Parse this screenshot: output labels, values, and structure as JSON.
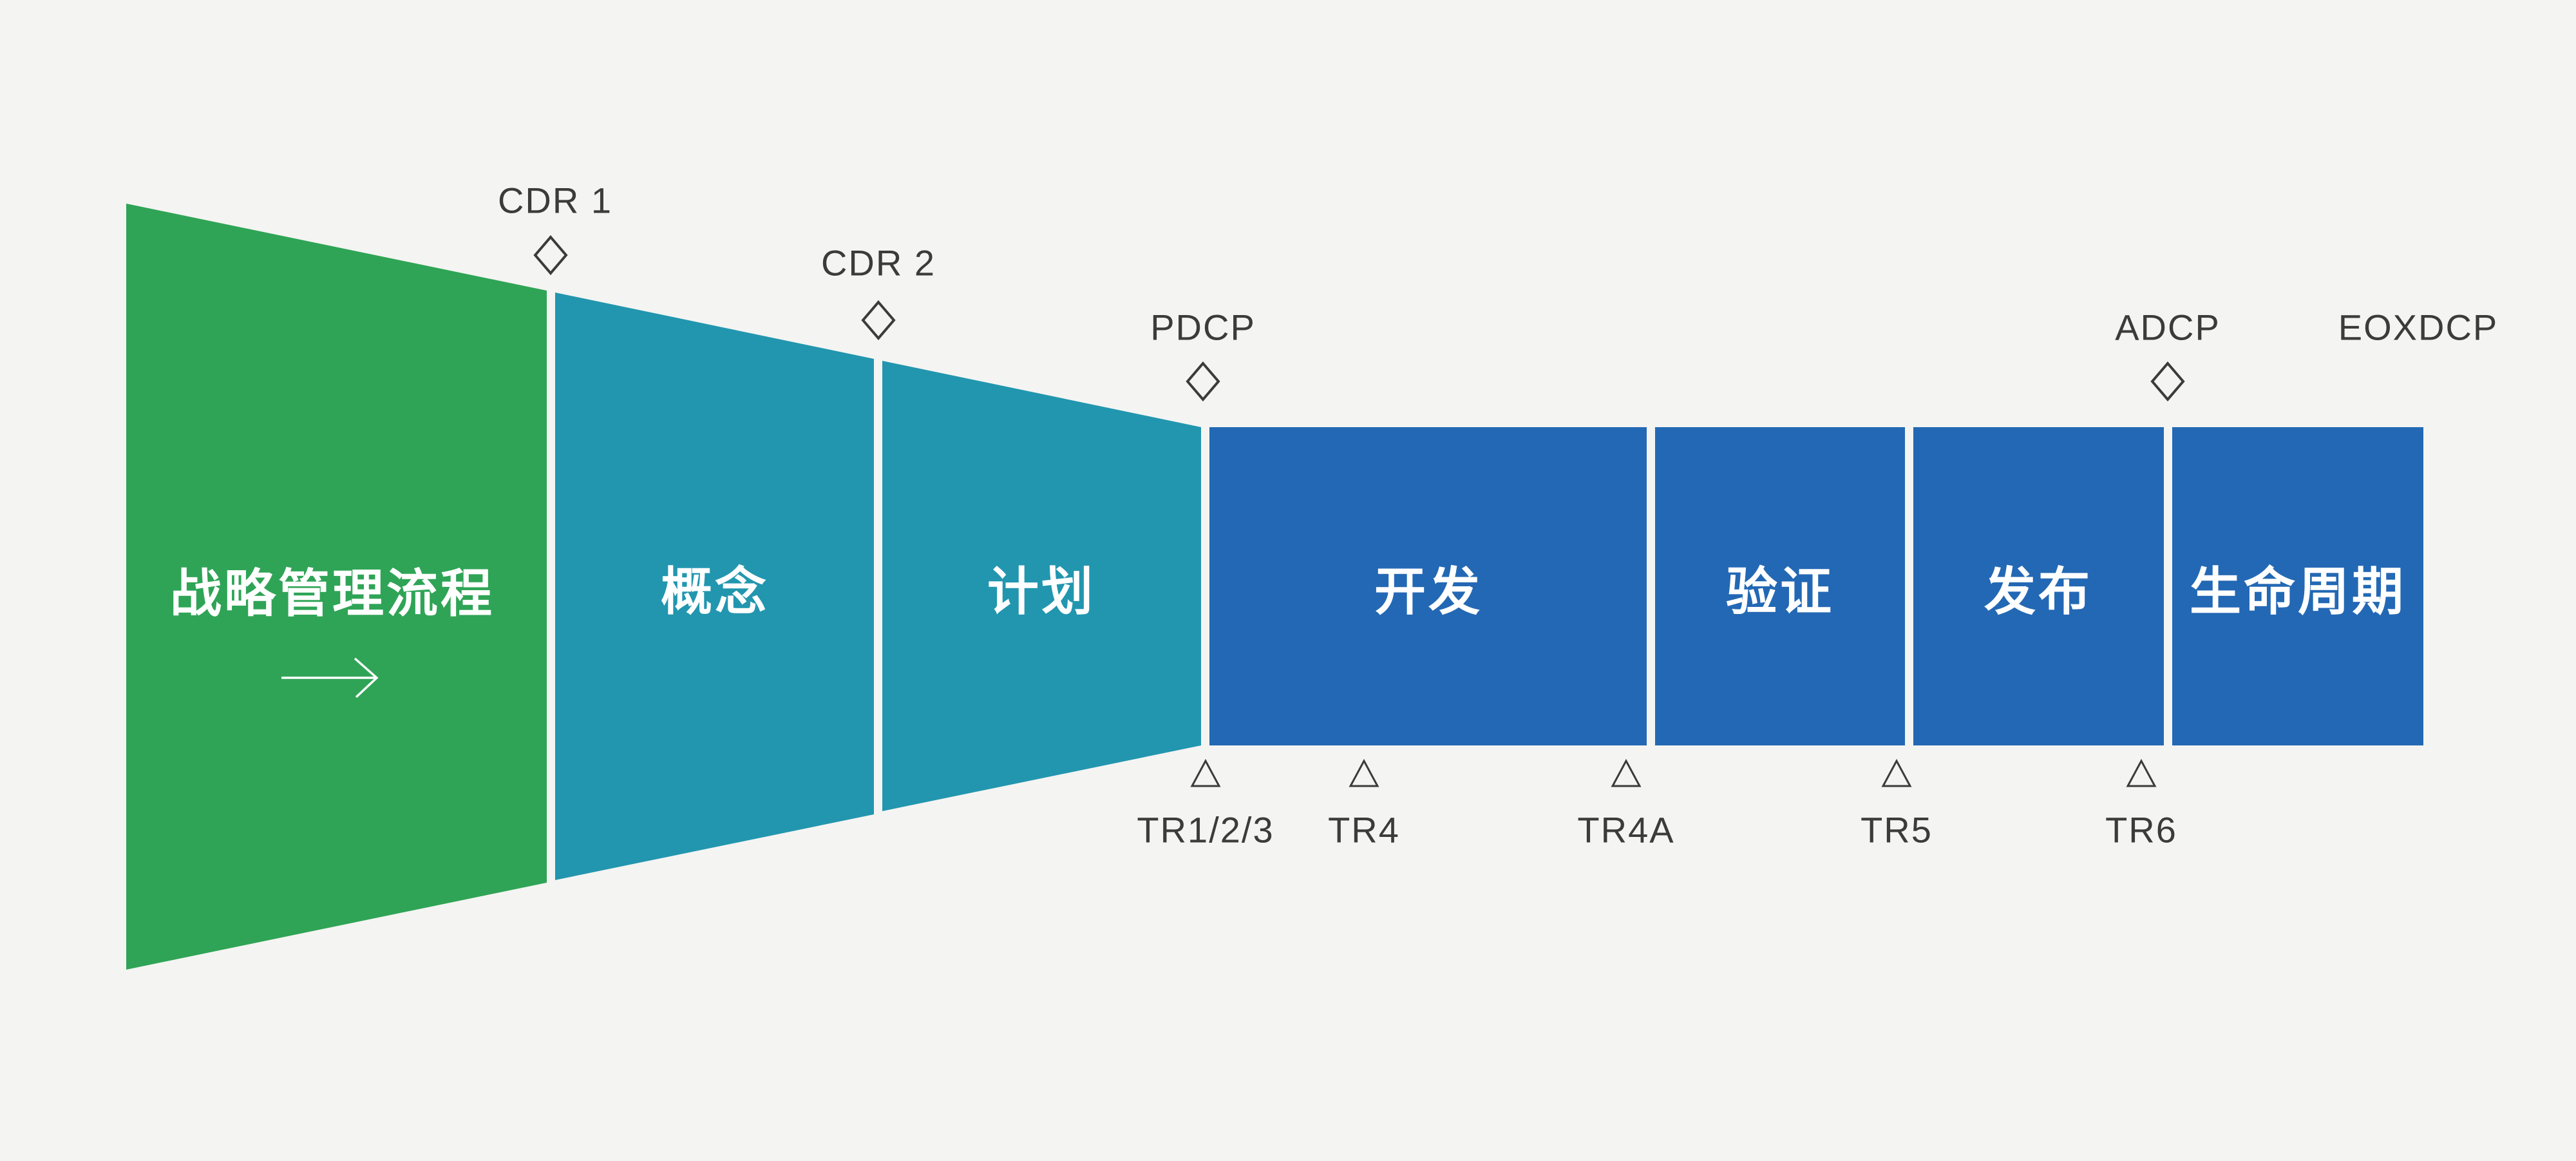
{
  "diagram": {
    "kind": "product-development-process-funnel",
    "direction": "left-to-right"
  },
  "colors": {
    "background": "#F4F4F2",
    "strategy_green": "#2FA456",
    "funnel_teal": "#2296AF",
    "phase_blue": "#2368B4",
    "marker_outline": "#3B3B3B",
    "milestone_text": "#3B3B3B",
    "stage_text": "#FFFFFF"
  },
  "stages": [
    {
      "id": "strategy",
      "label": "战略管理流程"
    },
    {
      "id": "concept",
      "label": "概念"
    },
    {
      "id": "plan",
      "label": "计划"
    },
    {
      "id": "develop",
      "label": "开发"
    },
    {
      "id": "verify",
      "label": "验证"
    },
    {
      "id": "release",
      "label": "发布"
    },
    {
      "id": "lifecycle",
      "label": "生命周期"
    }
  ],
  "top_milestones": [
    {
      "label": "CDR 1",
      "marker": "diamond"
    },
    {
      "label": "CDR 2",
      "marker": "diamond"
    },
    {
      "label": "PDCP",
      "marker": "diamond"
    },
    {
      "label": "ADCP",
      "marker": "diamond"
    },
    {
      "label": "EOXDCP",
      "marker": "none"
    }
  ],
  "bottom_milestones": [
    {
      "label": "TR1/2/3",
      "marker": "triangle"
    },
    {
      "label": "TR4",
      "marker": "triangle"
    },
    {
      "label": "TR4A",
      "marker": "triangle"
    },
    {
      "label": "TR5",
      "marker": "triangle"
    },
    {
      "label": "TR6",
      "marker": "triangle"
    }
  ]
}
